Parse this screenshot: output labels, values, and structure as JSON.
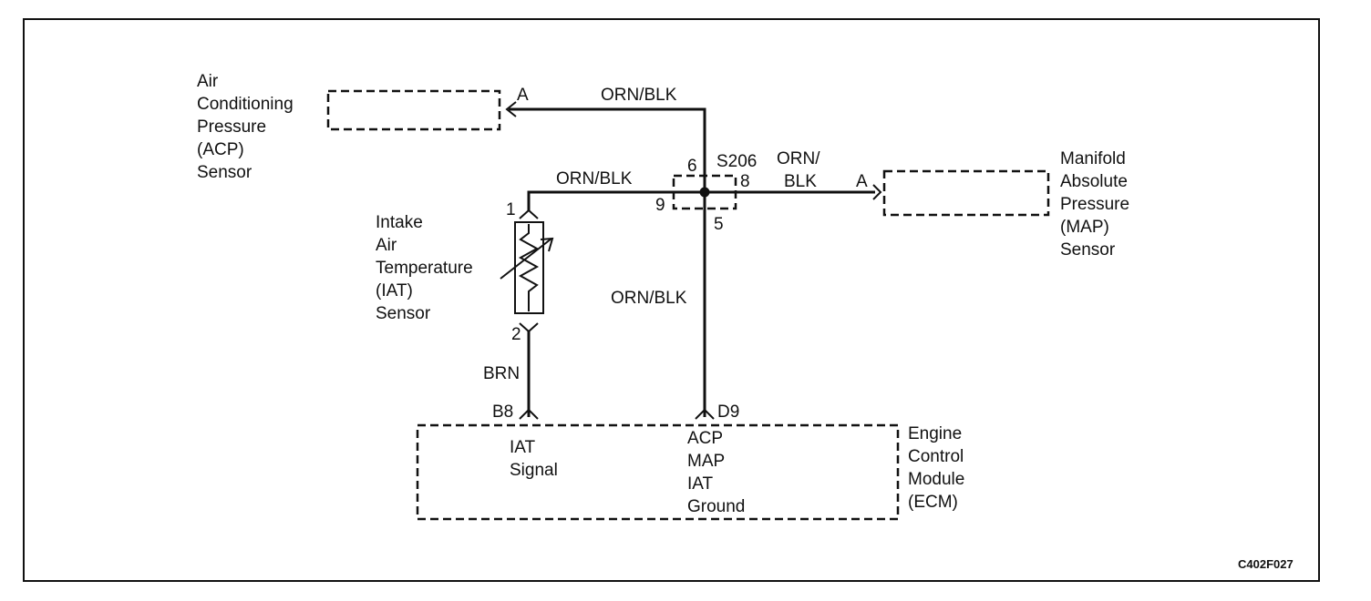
{
  "components": {
    "acp_sensor": [
      "Air",
      "Conditioning",
      "Pressure",
      "(ACP)",
      "Sensor"
    ],
    "map_sensor": [
      "Manifold",
      "Absolute",
      "Pressure",
      "(MAP)",
      "Sensor"
    ],
    "iat_sensor": [
      "Intake",
      "Air",
      "Temperature",
      "(IAT)",
      "Sensor"
    ],
    "ecm": [
      "Engine",
      "Control",
      "Module",
      "(ECM)"
    ]
  },
  "ecm_terminals": {
    "iat_signal": [
      "IAT",
      "Signal"
    ],
    "ground": [
      "ACP",
      "MAP",
      "IAT",
      "Ground"
    ]
  },
  "wires": {
    "acp_to_splice": "ORN/BLK",
    "iat_to_splice": "ORN/BLK",
    "splice_to_map": [
      "ORN/",
      "BLK"
    ],
    "splice_to_ecm": "ORN/BLK",
    "iat_to_ecm": "BRN"
  },
  "pins": {
    "acp": "A",
    "map": "A",
    "iat_1": "1",
    "iat_2": "2",
    "ecm_b8": "B8",
    "ecm_d9": "D9",
    "splice_6": "6",
    "splice_8": "8",
    "splice_9": "9",
    "splice_5": "5"
  },
  "splice_name": "S206",
  "figure_code": "C402F027"
}
